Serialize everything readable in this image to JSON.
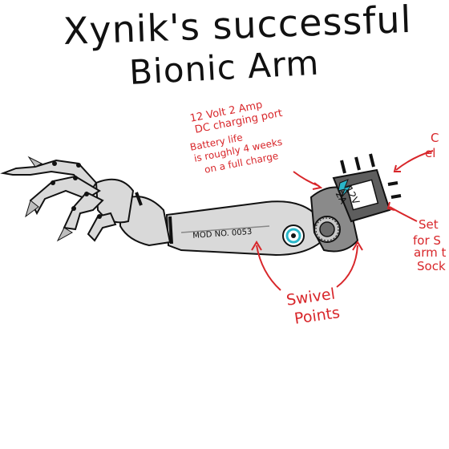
{
  "title": {
    "line1": "Xynik's successful",
    "line2": "Bionic Arm"
  },
  "annotations": {
    "charging_line1": "12 Volt 2 Amp",
    "charging_line2": "DC charging port",
    "charging_line3": "Battery life",
    "charging_line4": "is roughly 4 weeks",
    "charging_line5": "on a full charge",
    "edge_line1": "C",
    "edge_line2": "el",
    "set_line1": "Set",
    "set_line2": "for S",
    "set_line3": "arm t",
    "set_line4": "Sock",
    "swivel_line1": "Swivel",
    "swivel_line2": "Points"
  },
  "device": {
    "model_label": "MOD NO. 0053",
    "voltage_label": "12V",
    "amperage_label": "2A"
  },
  "colors": {
    "ink": "#111111",
    "annotation": "#d8262a",
    "metal_light": "#d9d9d9",
    "metal_mid": "#b5b5b5",
    "metal_dark": "#5e5e5e",
    "accent": "#2ab7c9"
  },
  "icons": {
    "charging_port": "lightning-bolt-icon",
    "joint": "swivel-joint-icon"
  }
}
